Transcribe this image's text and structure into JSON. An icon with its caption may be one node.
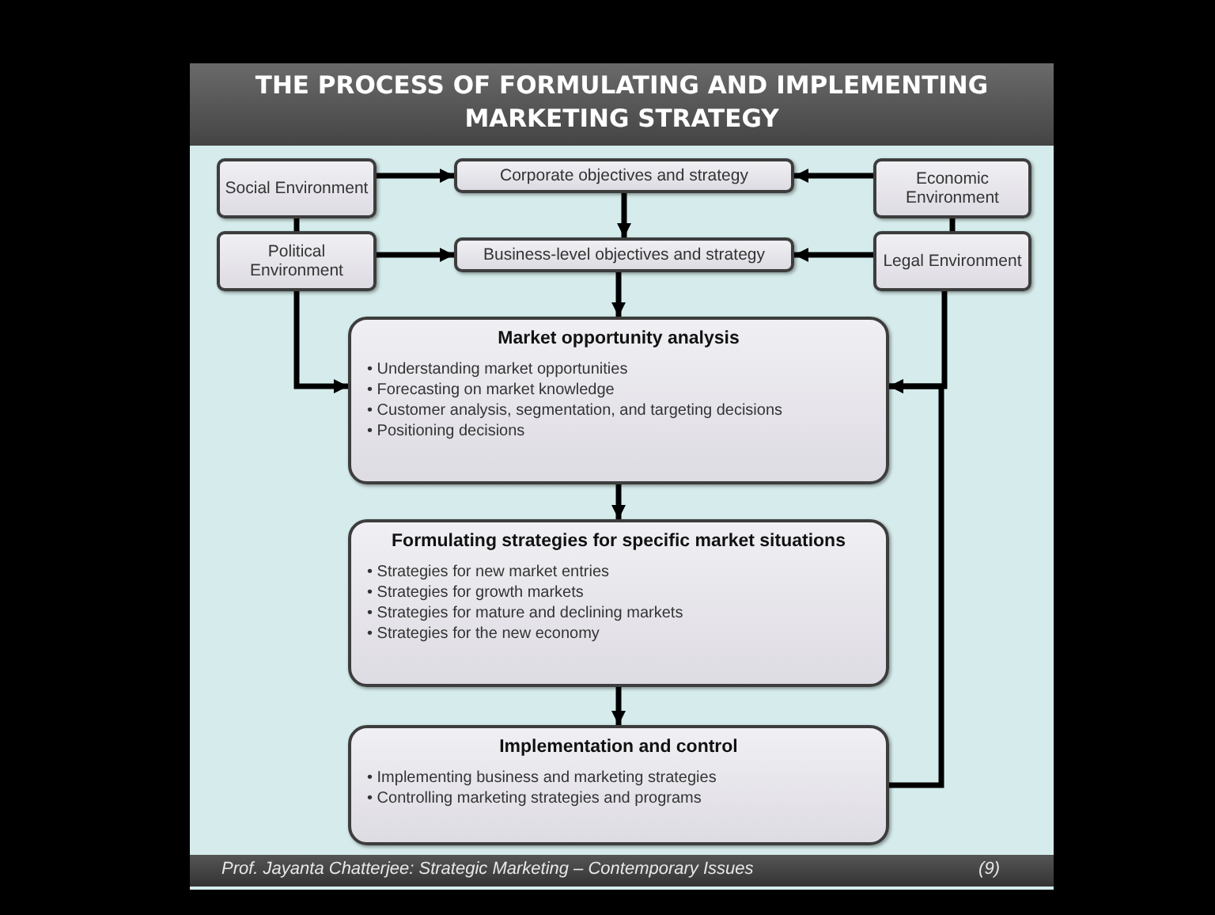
{
  "diagram": {
    "title": "THE PROCESS OF FORMULATING AND IMPLEMENTING MARKETING STRATEGY",
    "nodes": [
      {
        "text": [
          "Social Environment"
        ]
      },
      {
        "text": [
          "Corporate objectives and strategy"
        ]
      },
      {
        "text": [
          "Economic Environment"
        ]
      },
      {
        "text": [
          "Political Environment"
        ]
      },
      {
        "text": [
          "Business-level objectives and strategy"
        ]
      },
      {
        "text": [
          "Legal Environment"
        ]
      },
      {
        "text": [
          "Market opportunity analysis",
          "• Understanding market opportunities",
          "• Forecasting on market knowledge",
          "• Customer analysis, segmentation, and targeting decisions",
          "• Positioning decisions"
        ]
      },
      {
        "text": [
          "Formulating strategies for specific market situations",
          "• Strategies for new market entries",
          "• Strategies for growth markets",
          "• Strategies for mature and declining markets",
          "• Strategies for the new economy"
        ]
      },
      {
        "text": [
          "Implementation and control",
          "• Implementing business and marketing strategies",
          "• Controlling marketing strategies and programs"
        ]
      }
    ],
    "edges": [
      {
        "from": 0,
        "to": 1,
        "arrow": "to"
      },
      {
        "from": 2,
        "to": 1,
        "arrow": "to"
      },
      {
        "from": 0,
        "to": 3,
        "arrow": "none"
      },
      {
        "from": 2,
        "to": 5,
        "arrow": "none"
      },
      {
        "from": 1,
        "to": 4,
        "arrow": "to"
      },
      {
        "from": 3,
        "to": 4,
        "arrow": "to"
      },
      {
        "from": 5,
        "to": 4,
        "arrow": "to"
      },
      {
        "from": 4,
        "to": 6,
        "arrow": "to"
      },
      {
        "from": 3,
        "to": 6,
        "arrow": "to"
      },
      {
        "from": 5,
        "to": 6,
        "arrow": "to"
      },
      {
        "from": 8,
        "to": 6,
        "arrow": "to"
      },
      {
        "from": 6,
        "to": 7,
        "arrow": "to"
      },
      {
        "from": 7,
        "to": 8,
        "arrow": "to"
      }
    ],
    "labels": [
      "Prof. Jayanta Chatterjee: Strategic Marketing – Contemporary Issues",
      "(9)"
    ]
  }
}
